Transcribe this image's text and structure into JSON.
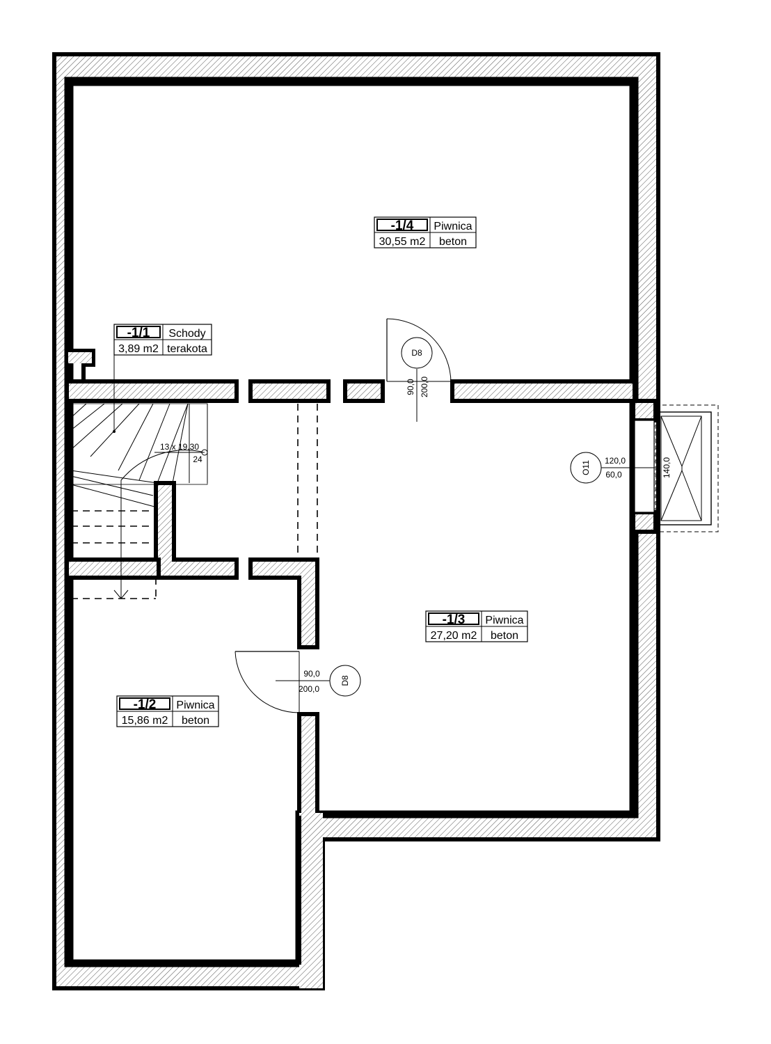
{
  "rooms": [
    {
      "id": "r14",
      "number": "-1/4",
      "name": "Piwnica",
      "area": "30,55 m2",
      "floor": "beton"
    },
    {
      "id": "r11",
      "number": "-1/1",
      "name": "Schody",
      "area": "3,89 m2",
      "floor": "terakota"
    },
    {
      "id": "r13",
      "number": "-1/3",
      "name": "Piwnica",
      "area": "27,20 m2",
      "floor": "beton"
    },
    {
      "id": "r12",
      "number": "-1/2",
      "name": "Piwnica",
      "area": "15,86 m2",
      "floor": "beton"
    }
  ],
  "doors": [
    {
      "id": "d_top",
      "tag": "D8",
      "width": "90,0",
      "height": "200,0"
    },
    {
      "id": "d_left",
      "tag": "D8",
      "width": "90,0",
      "height": "200,0"
    }
  ],
  "window": {
    "tag": "O11",
    "width": "120,0",
    "height": "60,0",
    "light_well": "140,0"
  },
  "stairs": {
    "spec": "13 x 19,30",
    "tread": "24"
  }
}
